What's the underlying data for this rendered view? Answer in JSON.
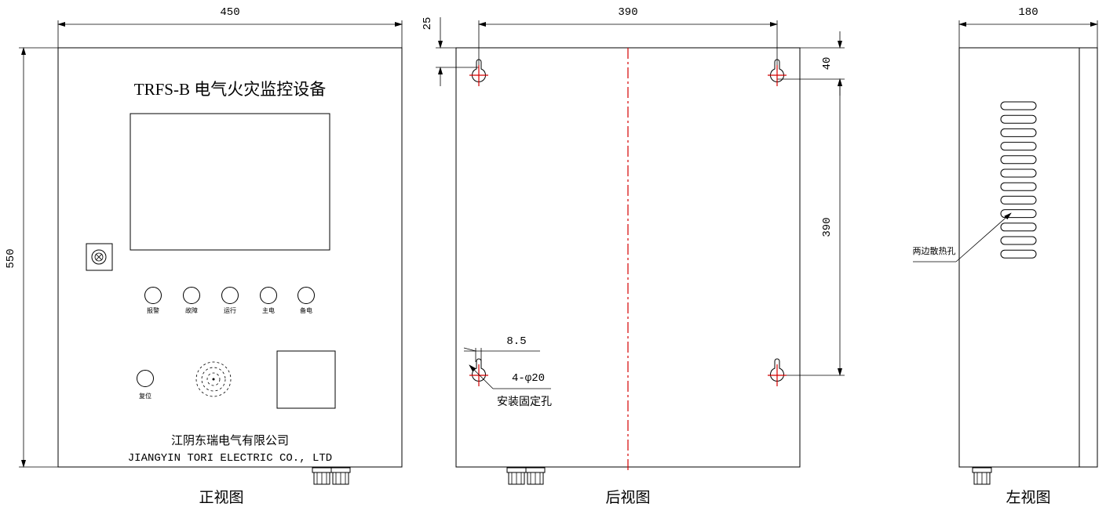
{
  "front_view": {
    "dim_width": "450",
    "dim_height": "550",
    "title": "TRFS-B 电气火灾监控设备",
    "indicators": [
      "报警",
      "故障",
      "运行",
      "主电",
      "备电"
    ],
    "reset_label": "复位",
    "company_cn": "江阴东瑞电气有限公司",
    "company_en": "JIANGYIN TORI ELECTRIC CO., LTD",
    "view_label": "正视图"
  },
  "back_view": {
    "dim_top_offset": "25",
    "dim_width": "390",
    "dim_right_offset": "40",
    "dim_height": "390",
    "dim_slot": "8.5",
    "hole_spec": "4-φ20",
    "hole_note": "安装固定孔",
    "view_label": "后视图"
  },
  "side_view": {
    "dim_depth": "180",
    "vent_note": "两边散热孔",
    "view_label": "左视图"
  },
  "colors": {
    "line": "#000000",
    "centerline": "#d40000"
  }
}
